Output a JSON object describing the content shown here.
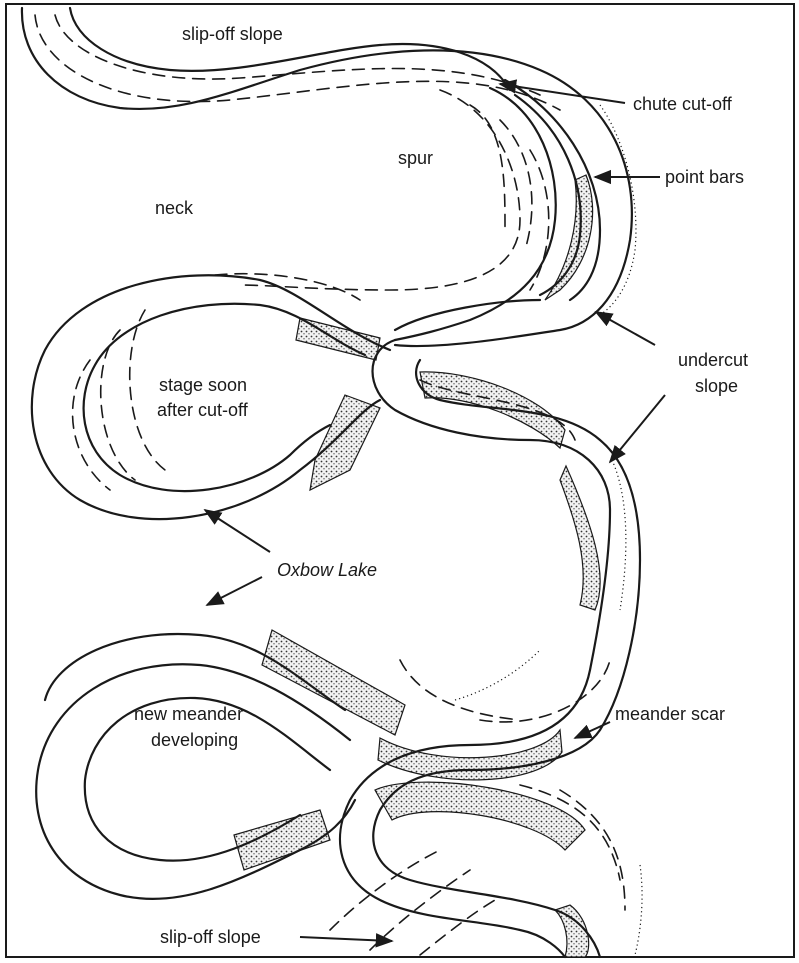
{
  "labels": {
    "slip_off_top": "slip-off slope",
    "chute": "chute cut-off",
    "spur": "spur",
    "point_bars": "point bars",
    "neck": "neck",
    "undercut_1": "undercut",
    "undercut_2": "slope",
    "stage_1": "stage soon",
    "stage_2": "after cut-off",
    "oxbow": "Oxbow Lake",
    "new_meander_1": "new meander",
    "new_meander_2": "developing",
    "meander_scar": "meander scar",
    "slip_off_bottom": "slip-off slope"
  }
}
